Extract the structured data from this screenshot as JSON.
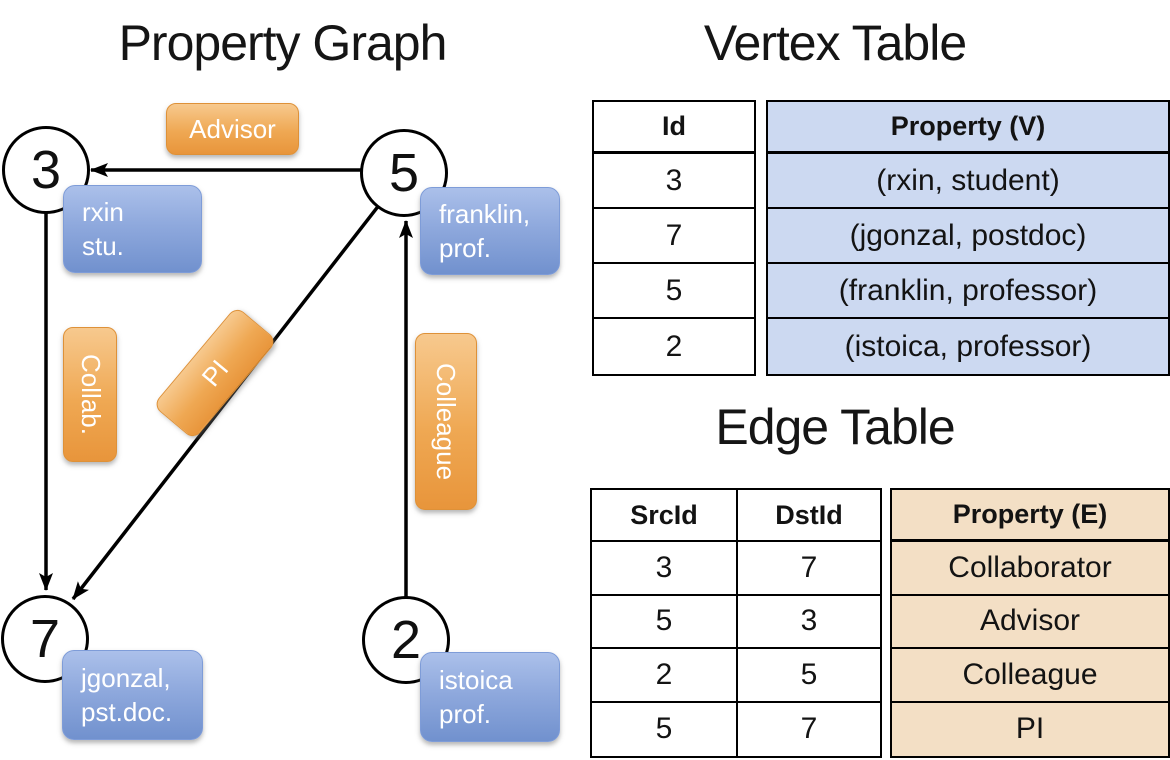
{
  "graph": {
    "title": "Property Graph",
    "nodes": [
      {
        "id": "3",
        "line1": "rxin",
        "line2": "stu."
      },
      {
        "id": "5",
        "line1": "franklin,",
        "line2": "prof."
      },
      {
        "id": "7",
        "line1": "jgonzal,",
        "line2": "pst.doc."
      },
      {
        "id": "2",
        "line1": "istoica",
        "line2": "prof."
      }
    ],
    "edge_labels": {
      "advisor": "Advisor",
      "collab": "Collab.",
      "pi": "PI",
      "colleague": "Colleague"
    },
    "edges": [
      {
        "src": "5",
        "dst": "3",
        "label": "Advisor"
      },
      {
        "src": "3",
        "dst": "7",
        "label": "Collab."
      },
      {
        "src": "5",
        "dst": "7",
        "label": "PI"
      },
      {
        "src": "2",
        "dst": "5",
        "label": "Colleague"
      }
    ]
  },
  "vertex_table": {
    "title": "Vertex Table",
    "headers": {
      "id": "Id",
      "property": "Property (V)"
    },
    "rows": [
      {
        "id": "3",
        "property": "(rxin, student)"
      },
      {
        "id": "7",
        "property": "(jgonzal, postdoc)"
      },
      {
        "id": "5",
        "property": "(franklin, professor)"
      },
      {
        "id": "2",
        "property": "(istoica, professor)"
      }
    ]
  },
  "edge_table": {
    "title": "Edge Table",
    "headers": {
      "src": "SrcId",
      "dst": "DstId",
      "property": "Property (E)"
    },
    "rows": [
      {
        "src": "3",
        "dst": "7",
        "property": "Collaborator"
      },
      {
        "src": "5",
        "dst": "3",
        "property": "Advisor"
      },
      {
        "src": "2",
        "dst": "5",
        "property": "Colleague"
      },
      {
        "src": "5",
        "dst": "7",
        "property": "PI"
      }
    ]
  },
  "colors": {
    "edge_label_fill": "#EFA853",
    "vertex_label_fill": "#8FA9DD",
    "vertex_table_property_fill": "#CCD9F1",
    "edge_table_property_fill": "#F3DFC5",
    "line_color": "#000000"
  }
}
